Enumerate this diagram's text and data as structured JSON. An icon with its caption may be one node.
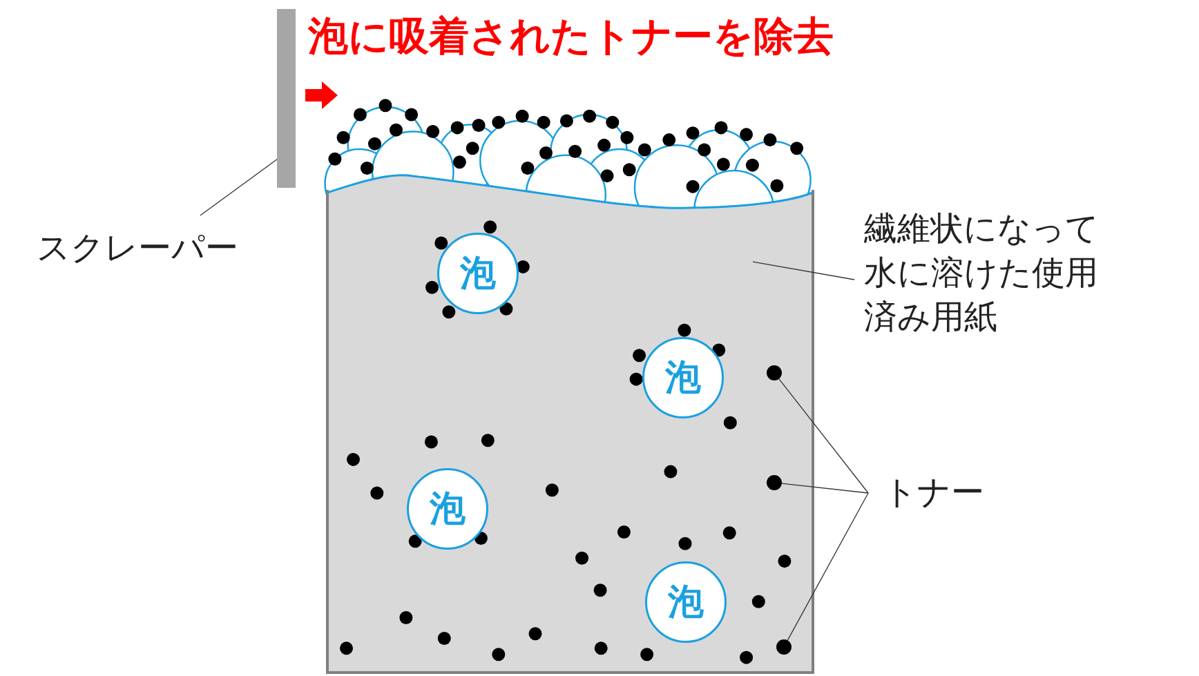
{
  "diagram": {
    "title": "泡に吸着されたトナーを除去",
    "nodes": [
      {
        "text": [],
        "shape": "bar"
      },
      {
        "text": [],
        "shape": "box"
      },
      {
        "text": [
          "泡"
        ],
        "in": 1
      },
      {
        "text": [
          "泡"
        ],
        "in": 1
      },
      {
        "text": [
          "泡"
        ],
        "in": 1
      },
      {
        "text": [
          "泡"
        ],
        "in": 1
      },
      {
        "text": [
          "スクレーパー"
        ]
      },
      {
        "text": [
          "繊維状になって水に溶けた使用済み用紙"
        ]
      },
      {
        "text": [
          "トナー"
        ]
      },
      {
        "text": [],
        "shape": "circle",
        "in": 1
      },
      {
        "text": [],
        "shape": "circle",
        "in": 1
      },
      {
        "text": [],
        "shape": "circle",
        "in": 1
      }
    ],
    "edges": [
      {
        "from": 6,
        "to": 0,
        "arrow": "none"
      },
      {
        "from": 7,
        "to": 1,
        "arrow": "none"
      },
      {
        "from": 8,
        "to": 9,
        "arrow": "none"
      },
      {
        "from": 8,
        "to": 10,
        "arrow": "none"
      },
      {
        "from": 8,
        "to": 11,
        "arrow": "none"
      }
    ]
  }
}
